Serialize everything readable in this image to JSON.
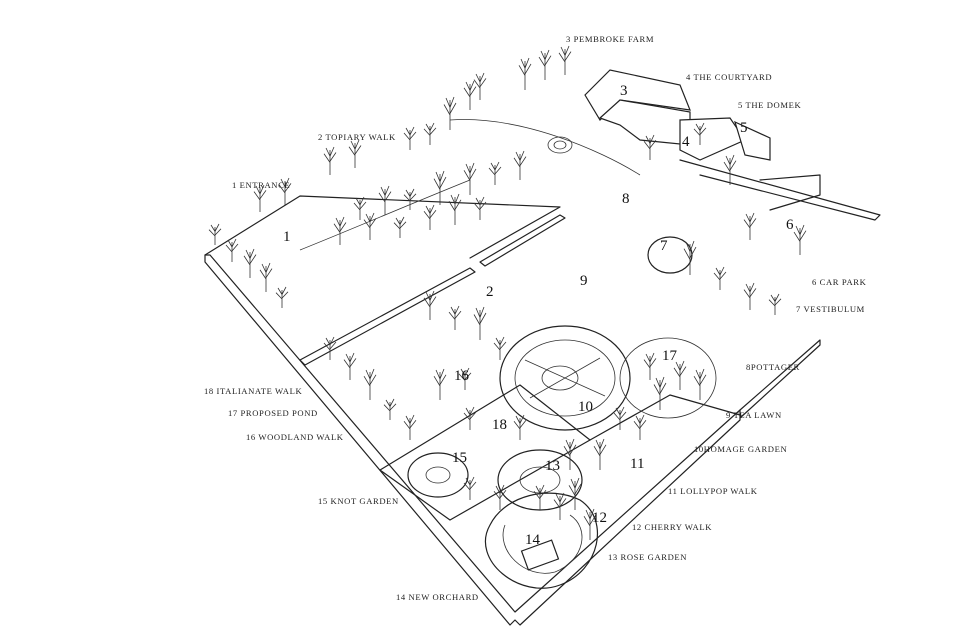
{
  "map": {
    "labels": [
      {
        "id": "1",
        "text": "1  ENTRANCE"
      },
      {
        "id": "2",
        "text": "2 TOPIARY WALK"
      },
      {
        "id": "3",
        "text": "3 PEMBROKE FARM"
      },
      {
        "id": "4",
        "text": "4 THE COURTYARD"
      },
      {
        "id": "5",
        "text": "5 THE DOMEK"
      },
      {
        "id": "6",
        "text": "6 CAR PARK"
      },
      {
        "id": "7",
        "text": "7 VESTIBULUM"
      },
      {
        "id": "8",
        "text": "8POTTAGER"
      },
      {
        "id": "9",
        "text": "9 TEA LAWN"
      },
      {
        "id": "10",
        "text": "10HOMAGE GARDEN"
      },
      {
        "id": "11",
        "text": "11 LOLLYPOP WALK"
      },
      {
        "id": "12",
        "text": "12  CHERRY WALK"
      },
      {
        "id": "13",
        "text": "13 ROSE GARDEN"
      },
      {
        "id": "14",
        "text": "14 NEW ORCHARD"
      },
      {
        "id": "15",
        "text": "15  KNOT GARDEN"
      },
      {
        "id": "16",
        "text": "16  WOODLAND WALK"
      },
      {
        "id": "17",
        "text": "17 PROPOSED POND"
      },
      {
        "id": "18",
        "text": "18 ITALIANATE WALK"
      }
    ],
    "markers": [
      "1",
      "2",
      "3",
      "4",
      "5",
      "6",
      "7",
      "8",
      "9",
      "10",
      "11",
      "12",
      "13",
      "14",
      "15",
      "16",
      "17",
      "18"
    ]
  }
}
